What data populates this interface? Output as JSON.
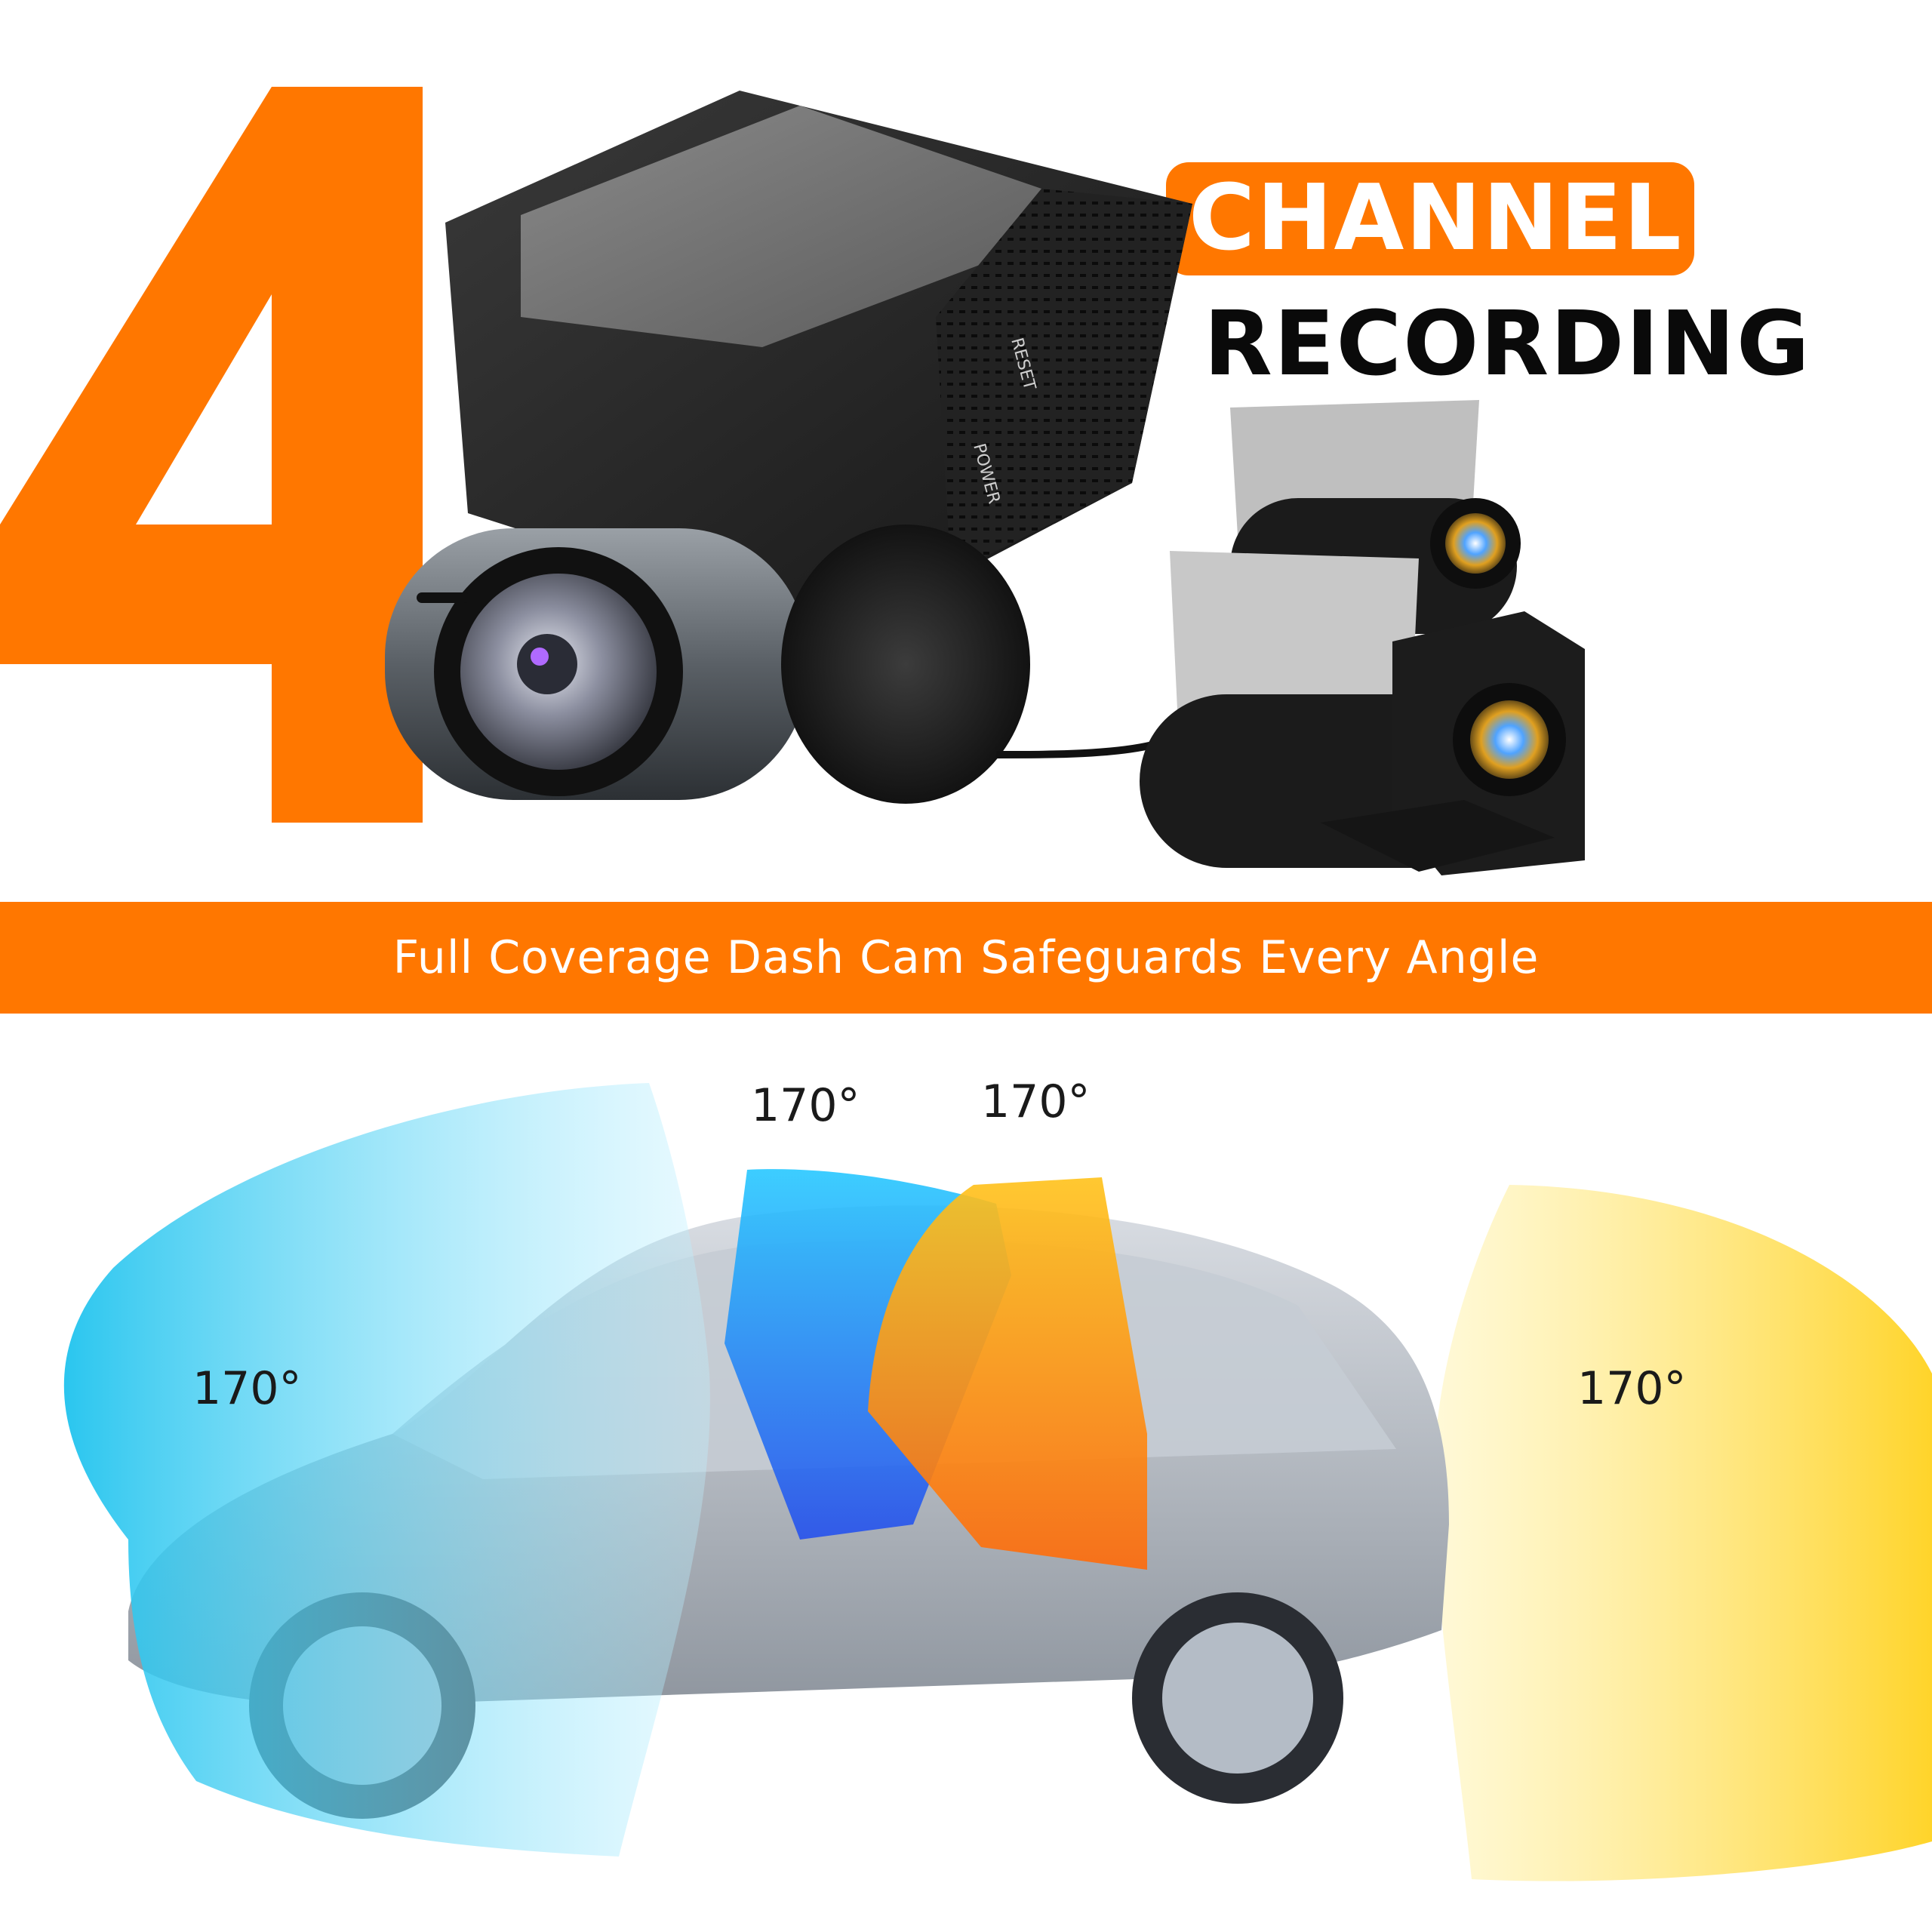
{
  "headline": {
    "number": "4",
    "badge": "CHANNEL",
    "subtitle": "RECORDING"
  },
  "banner": {
    "text": "Full Coverage Dash Cam Safeguards Every Angle"
  },
  "coverage_labels": {
    "front": "170°",
    "cabin_left": "170°",
    "cabin_right": "170°",
    "rear": "170°"
  },
  "product_labels": {
    "reset": "RESET",
    "power": "POWER"
  },
  "colors": {
    "brand_orange": "#FF7700",
    "front_field": "#2EC8F0",
    "interior_blue": "#2A7BF0",
    "interior_orange": "#FF8A1A",
    "rear_field": "#FFD21F"
  }
}
